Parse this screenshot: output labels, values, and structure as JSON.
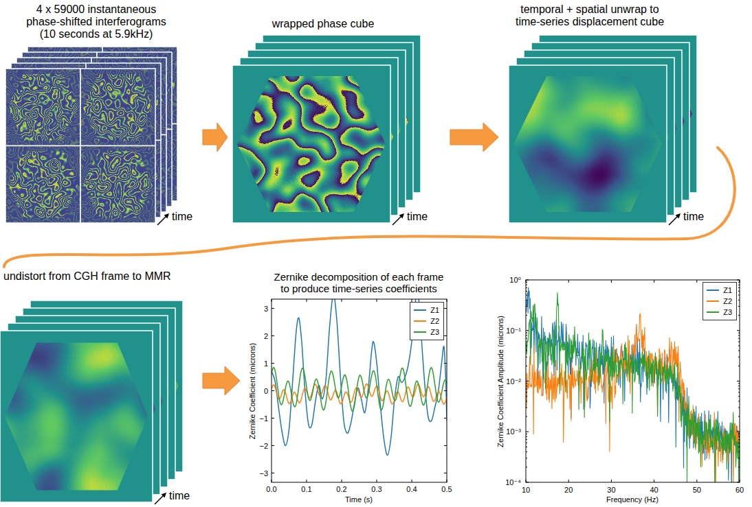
{
  "diagram": {
    "nodes": [
      {
        "text": [
          "4 x 59000 instantaneous phase-shifted interferograms (10 seconds at 5.9kHz)",
          "time"
        ]
      },
      {
        "text": [
          "wrapped phase cube",
          "time"
        ]
      },
      {
        "text": [
          "temporal + spatial unwrap to time-series displacement cube",
          "time"
        ]
      },
      {
        "text": [
          "undistort from CGH frame to MMR",
          "time"
        ]
      },
      {
        "text": [
          "Zernike decomposition of each frame to produce time-series coefficients"
        ]
      }
    ],
    "edges": [
      {
        "from": 0,
        "to": 1,
        "arrow": "to"
      },
      {
        "from": 1,
        "to": 2,
        "arrow": "to"
      },
      {
        "from": 2,
        "to": 3,
        "arrow": "none"
      },
      {
        "from": 3,
        "to": 4,
        "arrow": "to"
      }
    ],
    "labels": [
      "3",
      "2",
      "1",
      "0",
      "−1",
      "−2",
      "−3",
      "0.0",
      "0.1",
      "0.2",
      "0.3",
      "0.4",
      "0.5",
      "Time (s)",
      "Zernike Coefficient (microns)",
      "10⁰",
      "10⁻¹",
      "10⁻²",
      "10⁻³",
      "10⁻⁴",
      "10",
      "20",
      "30",
      "40",
      "50",
      "60",
      "Frequency (Hz)",
      "Zernike Coefficient Amplitude (microns)"
    ],
    "legend": [
      {
        "text": "Z1"
      },
      {
        "text": "Z2"
      },
      {
        "text": "Z3"
      },
      {
        "text": "Z1"
      },
      {
        "text": "Z2"
      },
      {
        "text": "Z3"
      }
    ]
  }
}
